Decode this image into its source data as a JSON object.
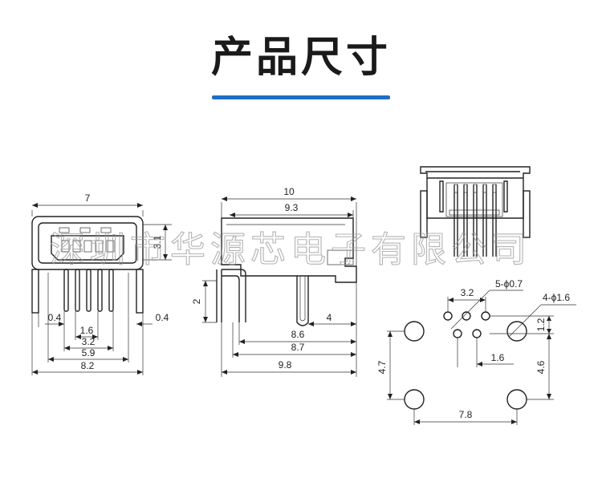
{
  "title": "产品尺寸",
  "watermark": "深圳市华源芯电子有限公司",
  "accent_color": "#1f6fc2",
  "front_view": {
    "dims": [
      "7",
      "3.1",
      "0.4",
      "0.4",
      "1.6",
      "3.2",
      "5.9",
      "8.2"
    ]
  },
  "side_view": {
    "dims": [
      "10",
      "9.3",
      "2",
      "4",
      "8.6",
      "8.7",
      "9.8"
    ]
  },
  "footprint": {
    "dims": [
      "3.2",
      "5-ϕ0.7",
      "4-ϕ1.6",
      "1.2",
      "1.6",
      "4.7",
      "4.6",
      "7.8"
    ]
  }
}
